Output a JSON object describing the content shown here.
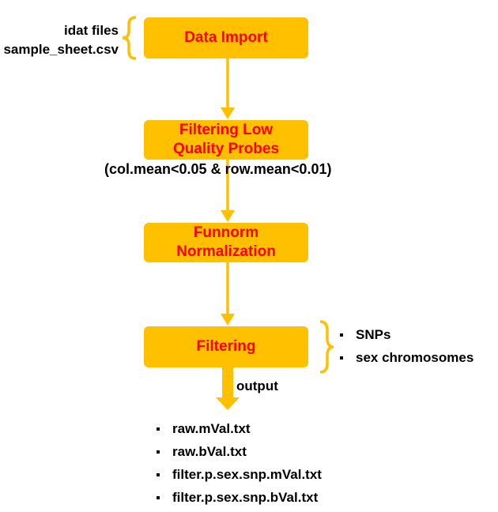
{
  "inputs": [
    "idat files",
    "sample_sheet.csv"
  ],
  "steps": {
    "import": "Data Import",
    "low_quality": "Filtering Low\nQuality Probes",
    "funnorm": "Funnorm\nNormalization",
    "filtering": "Filtering"
  },
  "criteria": "(col.mean<0.05 & row.mean<0.01)",
  "filtering_targets": [
    "SNPs",
    "sex chromosomes"
  ],
  "output_label": "output",
  "outputs": [
    "raw.mVal.txt",
    "raw.bVal.txt",
    "filter.p.sex.snp.mVal.txt",
    "filter.p.sex.snp.bVal.txt"
  ],
  "colors": {
    "box_fill": "#FFC000",
    "step_text": "#FF0000",
    "connector": "#FFC000",
    "text": "#000000"
  }
}
